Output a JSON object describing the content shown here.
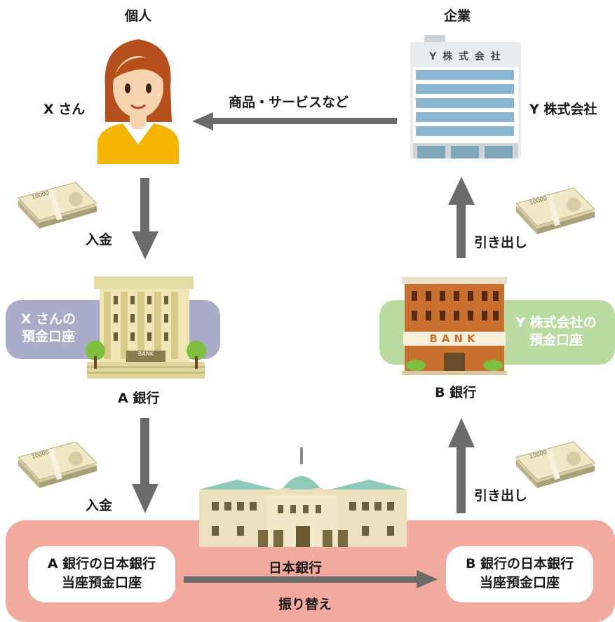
{
  "labels": {
    "individual": "個人",
    "company": "企業",
    "person_name": "X さん",
    "company_name": "Y 株式会社",
    "building_sign": "Y 株 式 会 社",
    "goods": "商品・サービスなど",
    "deposit_1": "入金",
    "deposit_2": "入金",
    "withdraw_1": "引き出し",
    "withdraw_2": "引き出し",
    "bank_a": "A 銀行",
    "bank_b": "B 銀行",
    "bank_a_sign": "BANK",
    "bank_b_sign": "BANK",
    "account_x_line1": "X さんの",
    "account_x_line2": "預金口座",
    "account_y_line1": "Y 株式会社の",
    "account_y_line2": "預金口座",
    "boj": "日本銀行",
    "boj_a_line1": "A 銀行の日本銀行",
    "boj_a_line2": "当座預金口座",
    "boj_b_line1": "B 銀行の日本銀行",
    "boj_b_line2": "当座預金口座",
    "transfer": "振り替え",
    "banknote_value": "10000"
  },
  "colors": {
    "arrow": "#6b6b6b",
    "account_x": "#a9acc9",
    "account_y": "#b9dba1",
    "boj_band": "#f3aa9e"
  }
}
